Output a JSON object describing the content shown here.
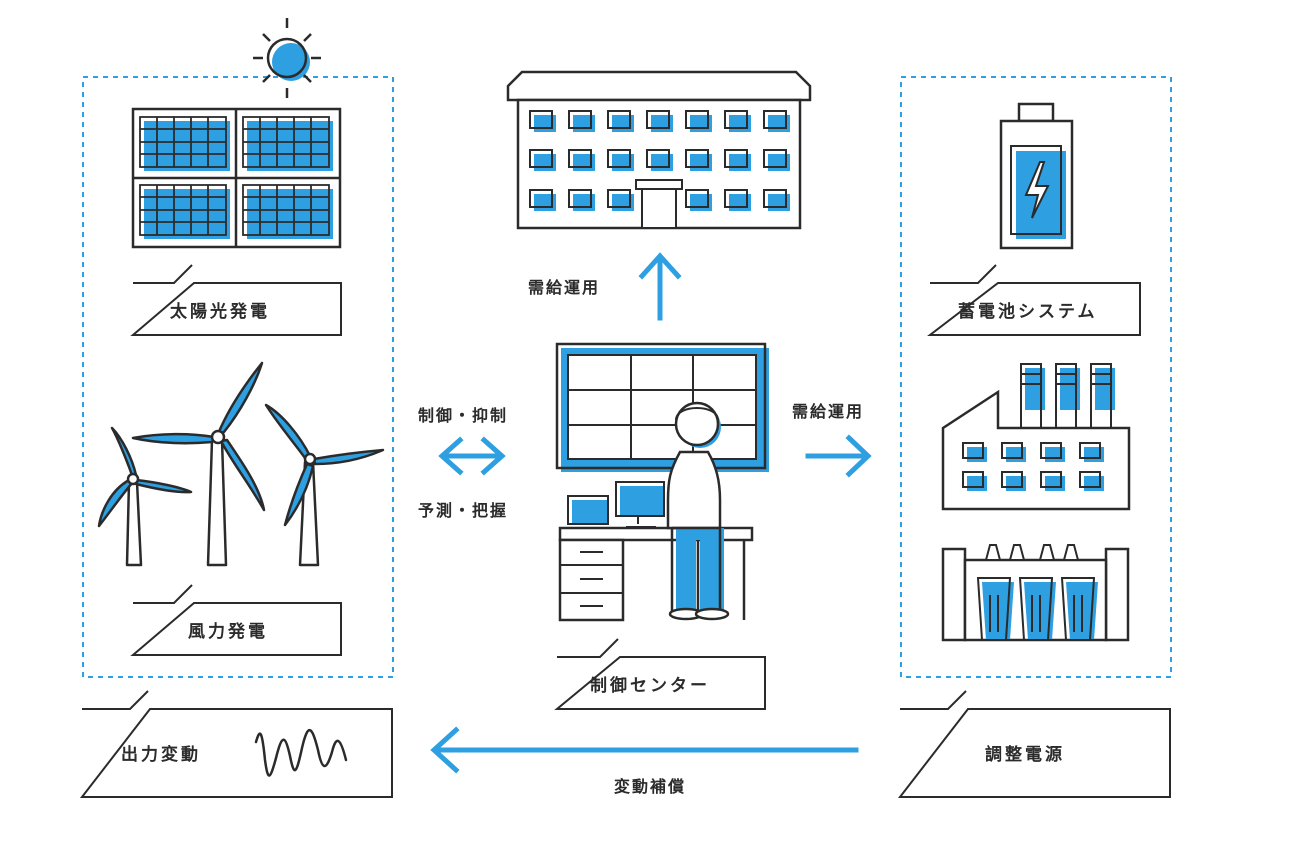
{
  "colors": {
    "accent": "#2e9fe0",
    "line": "#2b2b2b"
  },
  "labels": {
    "solar": "太陽光発電",
    "wind": "風力発電",
    "output_fluctuation": "出力変動",
    "control_center": "制御センター",
    "battery": "蓄電池システム",
    "adjustable_power": "調整電源"
  },
  "flows": {
    "top": "需給運用",
    "right": "需給運用",
    "control": "制御・抑制",
    "forecast": "予測・把握",
    "bottom": "変動補償"
  }
}
